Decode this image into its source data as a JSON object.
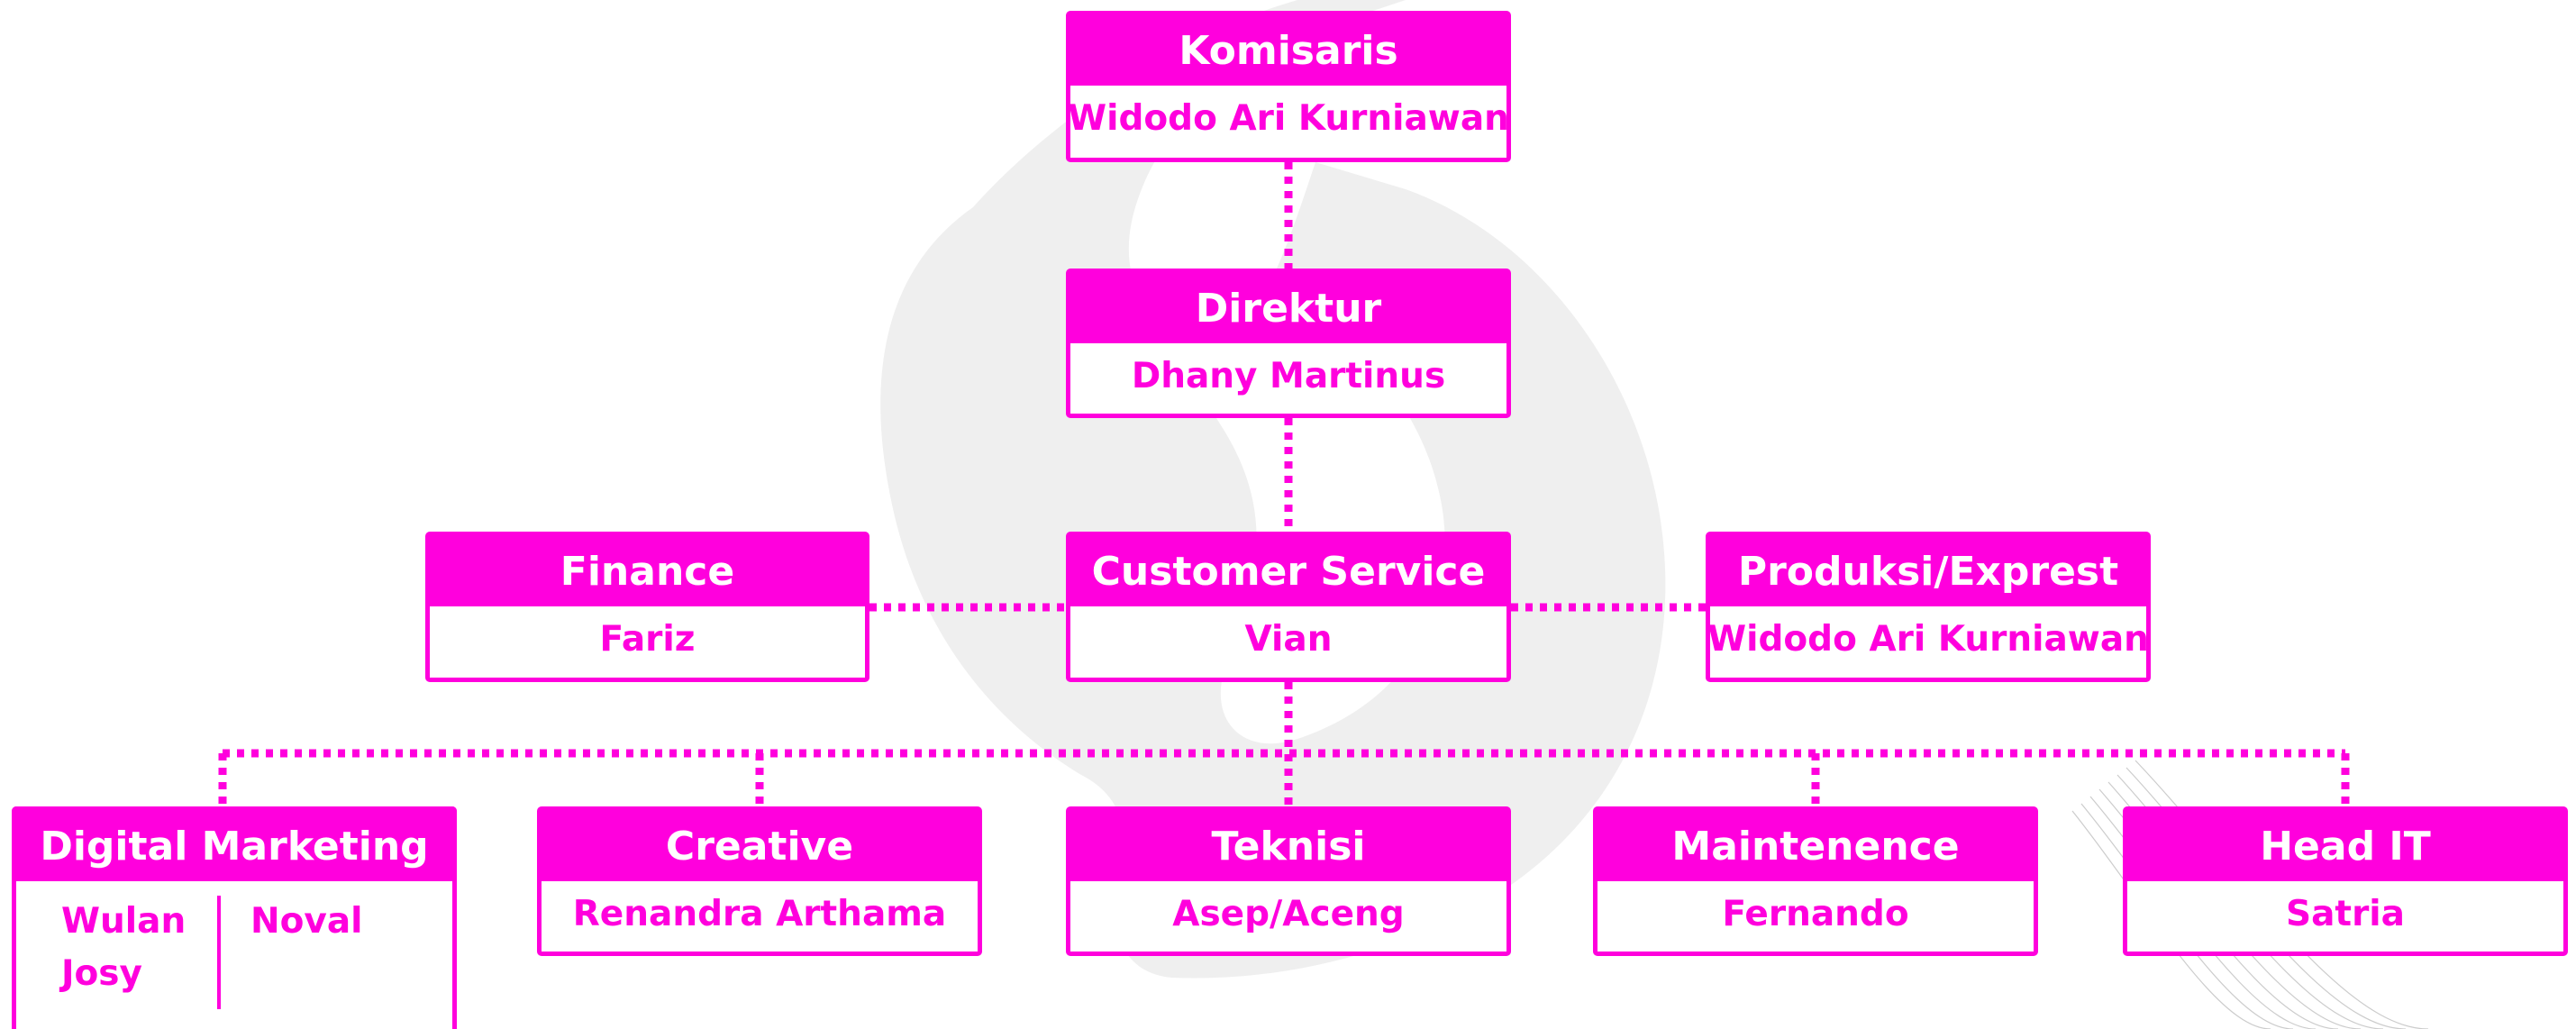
{
  "colors": {
    "accent": "#ff00dd",
    "text_on_accent": "#ffffff",
    "watermark": "#efefef"
  },
  "org": {
    "komisaris": {
      "title": "Komisaris",
      "name": "Widodo Ari Kurniawan"
    },
    "direktur": {
      "title": "Direktur",
      "name": "Dhany Martinus"
    },
    "finance": {
      "title": "Finance",
      "name": "Fariz"
    },
    "cs": {
      "title": "Customer Service",
      "name": "Vian"
    },
    "produksi": {
      "title": "Produksi/Exprest",
      "name": "Widodo Ari Kurniawan"
    },
    "digital": {
      "title": "Digital Marketing",
      "names_left": [
        "Wulan",
        "Josy"
      ],
      "names_right": [
        "Noval"
      ]
    },
    "creative": {
      "title": "Creative",
      "name": "Renandra Arthama"
    },
    "teknisi": {
      "title": "Teknisi",
      "name": "Asep/Aceng"
    },
    "maintenence": {
      "title": "Maintenence",
      "name": "Fernando"
    },
    "headit": {
      "title": "Head IT",
      "name": "Satria"
    }
  }
}
